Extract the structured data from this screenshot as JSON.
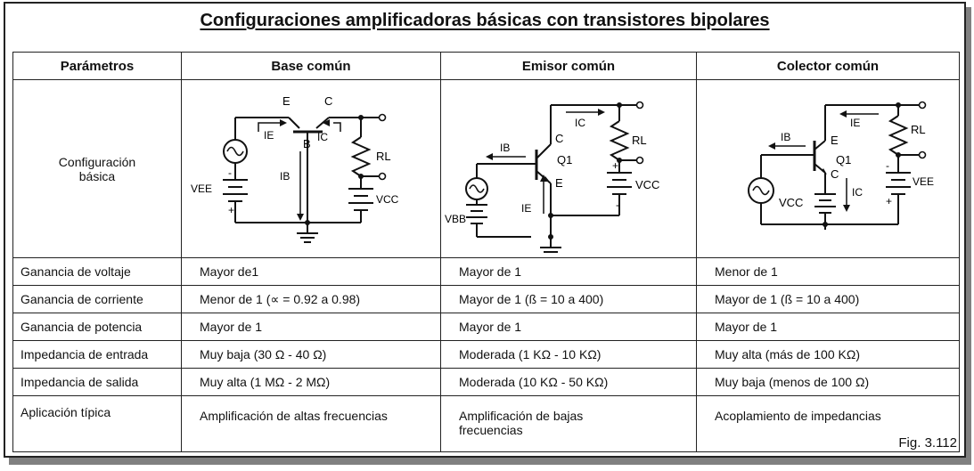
{
  "title": "Configuraciones amplificadoras básicas con transistores bipolares",
  "headers": {
    "parameters": "Parámetros",
    "base": "Base común",
    "emitter": "Emisor común",
    "collector": "Colector común"
  },
  "config_label": "Configuración\nbásica",
  "rows": [
    {
      "label": "Ganancia de voltaje",
      "base": "Mayor de1",
      "emitter": "Mayor de 1",
      "collector": "Menor de 1"
    },
    {
      "label": "Ganancia de corriente",
      "base": "Menor de 1 (∝ = 0.92 a 0.98)",
      "emitter": "Mayor de 1 (ß = 10 a 400)",
      "collector": "Mayor de 1 (ß = 10 a 400)"
    },
    {
      "label": "Ganancia de potencia",
      "base": "Mayor de 1",
      "emitter": "Mayor de 1",
      "collector": "Mayor de 1"
    },
    {
      "label": "Impedancia de entrada",
      "base": "Muy baja (30 Ω - 40 Ω)",
      "emitter": "Moderada  (1 KΩ -  10 KΩ)",
      "collector": "Muy  alta (más de 100 KΩ)"
    },
    {
      "label": "Impedancia de salida",
      "base": "Muy alta (1 MΩ - 2 MΩ)",
      "emitter": "Moderada (10 KΩ - 50 KΩ)",
      "collector": "Muy baja (menos de 100 Ω)"
    },
    {
      "label": "Aplicación típica",
      "base": "Amplificación de altas frecuencias",
      "emitter": "Amplificación de bajas\nfrecuencias",
      "collector": "Acoplamiento de impedancias"
    }
  ],
  "diagrams": {
    "base": {
      "e": "E",
      "c": "C",
      "b": "B",
      "ie": "IE",
      "ic": "IC",
      "ib": "IB",
      "rl": "RL",
      "vee": "VEE",
      "vcc": "VCC",
      "minus": "-",
      "plus": "+"
    },
    "emitter": {
      "c": "C",
      "e": "E",
      "q": "Q1",
      "ib": "IB",
      "ic": "IC",
      "ie": "IE",
      "rl": "RL",
      "vbb": "VBB",
      "vcc": "VCC",
      "minus": "-",
      "plus": "+"
    },
    "collector": {
      "e": "E",
      "c": "C",
      "q": "Q1",
      "ib": "IB",
      "ie": "IE",
      "ic": "IC",
      "rl": "RL",
      "vcc": "VCC",
      "vee": "VEE",
      "minus": "-",
      "plus": "+"
    }
  },
  "figure_ref": "Fig. 3.112"
}
